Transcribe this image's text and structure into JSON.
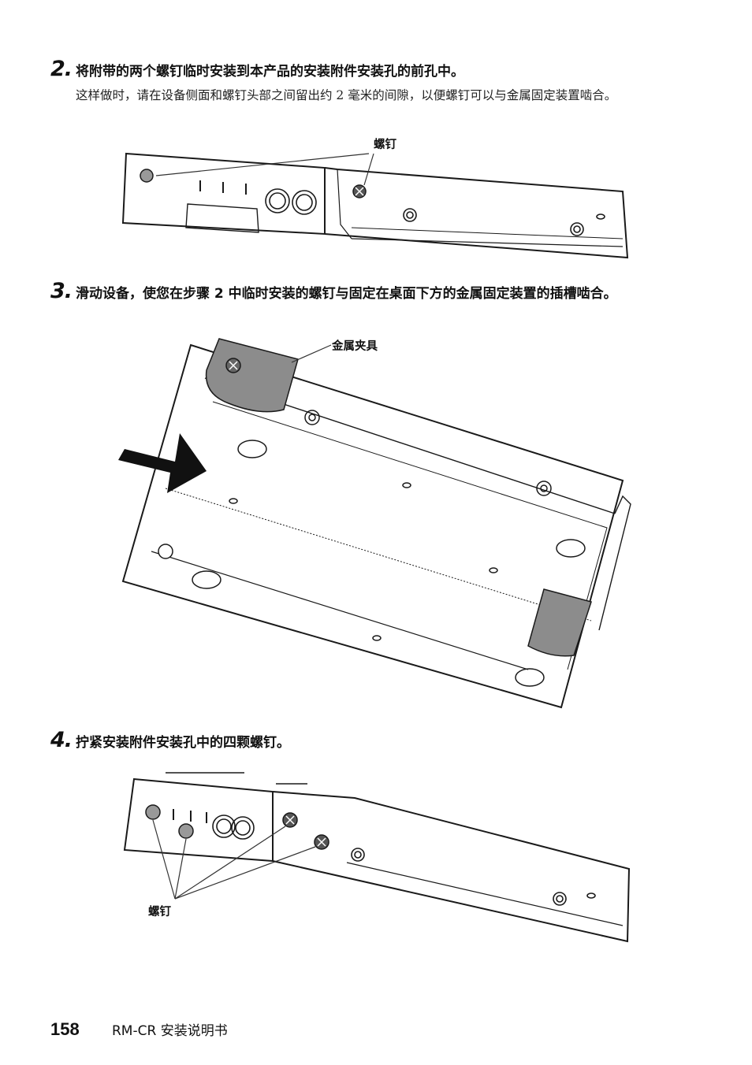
{
  "steps": [
    {
      "number": "2.",
      "title": "将附带的两个螺钉临时安装到本产品的安装附件安装孔的前孔中。",
      "body": "这样做时，请在设备侧面和螺钉头部之间留出约 2 毫米的间隙，以便螺钉可以与金属固定装置啮合。"
    },
    {
      "number": "3.",
      "title": "滑动设备，使您在步骤 2 中临时安装的螺钉与固定在桌面下方的金属固定装置的插槽啮合。",
      "body": ""
    },
    {
      "number": "4.",
      "title": "拧紧安装附件安装孔中的四颗螺钉。",
      "body": ""
    }
  ],
  "figures": {
    "fig1_callout": "螺钉",
    "fig2_callout": "金属夹具",
    "fig3_callout": "螺钉"
  },
  "colors": {
    "clip_fill": "#8c8c8c",
    "line": "#1a1a1a"
  },
  "footer": {
    "page_number": "158",
    "doc_title": "RM-CR 安装说明书"
  }
}
